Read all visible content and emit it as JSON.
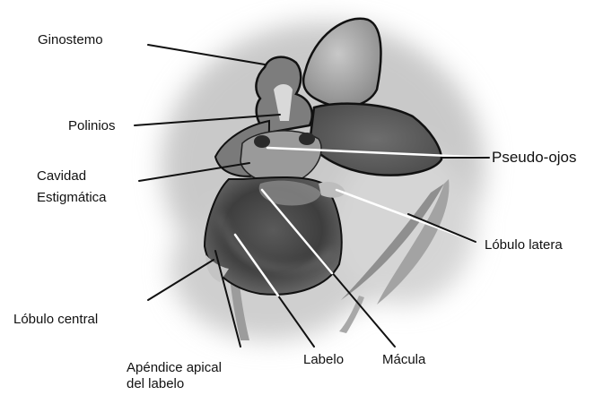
{
  "labels": {
    "ginostemo": "Ginostemo",
    "polinios": "Polinios",
    "cavidad_line1": "Cavidad",
    "cavidad_line2": "Estigmática",
    "pseudo_ojos": "Pseudo-ojos",
    "lobulo_lateral": "Lóbulo latera",
    "lobulo_central": "Lóbulo central",
    "apendice_line1": "Apéndice apical",
    "apendice_line2": "del labelo",
    "labelo": "Labelo",
    "macula": "Mácula"
  },
  "colors": {
    "text": "#111111",
    "leader_line": "#111111",
    "petal_outline": "#111111",
    "background": "#ffffff"
  }
}
